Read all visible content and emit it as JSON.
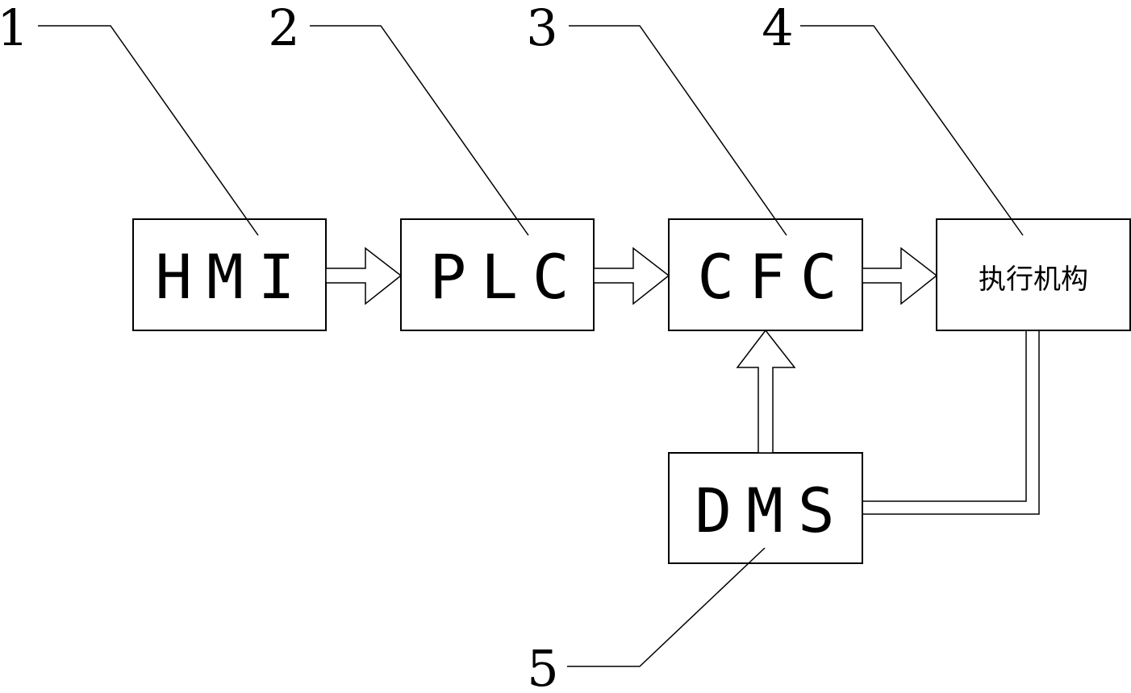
{
  "blocks": {
    "hmi": {
      "label": "HMI",
      "ref": "1"
    },
    "plc": {
      "label": "PLC",
      "ref": "2"
    },
    "cfc": {
      "label": "CFC",
      "ref": "3"
    },
    "actuator": {
      "label": "执行机构",
      "ref": "4"
    },
    "dms": {
      "label": "DMS",
      "ref": "5"
    }
  }
}
